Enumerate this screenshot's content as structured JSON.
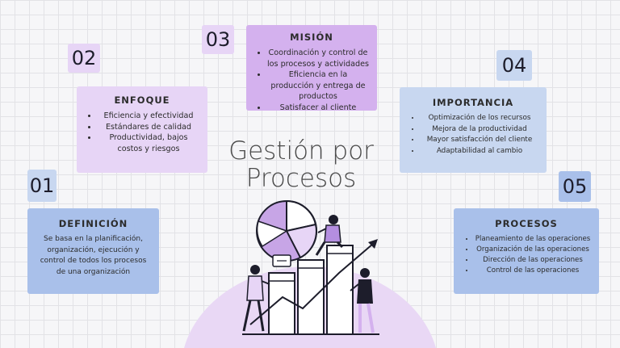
{
  "title_line1": "Gestión por",
  "title_line2": "Procesos",
  "numbers": {
    "n01": "01",
    "n02": "02",
    "n03": "03",
    "n04": "04",
    "n05": "05"
  },
  "definicion": {
    "heading": "DEFINICIÓN",
    "text": "Se basa en la planificación, organización, ejecución y control de todos los procesos de una organización"
  },
  "enfoque": {
    "heading": "ENFOQUE",
    "items": [
      "Eficiencia y efectividad",
      "Estándares de calidad",
      "Productividad, bajos costos y riesgos"
    ]
  },
  "mision": {
    "heading": "MISIÓN",
    "items": [
      "Coordinación y control de los procesos y actividades",
      "Eficiencia en la producción y entrega de productos",
      "Satisfacer al cliente"
    ]
  },
  "importancia": {
    "heading": "IMPORTANCIA",
    "items": [
      "Optimización de los recursos",
      "Mejora de la productividad",
      "Mayor satisfacción del cliente",
      "Adaptabilidad al cambio"
    ]
  },
  "procesos": {
    "heading": "PROCESOS",
    "items": [
      "Planeamiento de las operaciones",
      "Organización de las operaciones",
      "Dirección de las operaciones",
      "Control de las operaciones"
    ]
  },
  "colors": {
    "lavender_light": "#e7d5f6",
    "lavender": "#d4b1ee",
    "blue_light": "#c8d7f0",
    "blue": "#a9c0ea",
    "purple_accent": "#b48ee0"
  },
  "icons": [
    "pie-chart-icon",
    "bar-chart-icon",
    "growth-arrow-icon",
    "person-icon",
    "speech-bubble-icon"
  ]
}
